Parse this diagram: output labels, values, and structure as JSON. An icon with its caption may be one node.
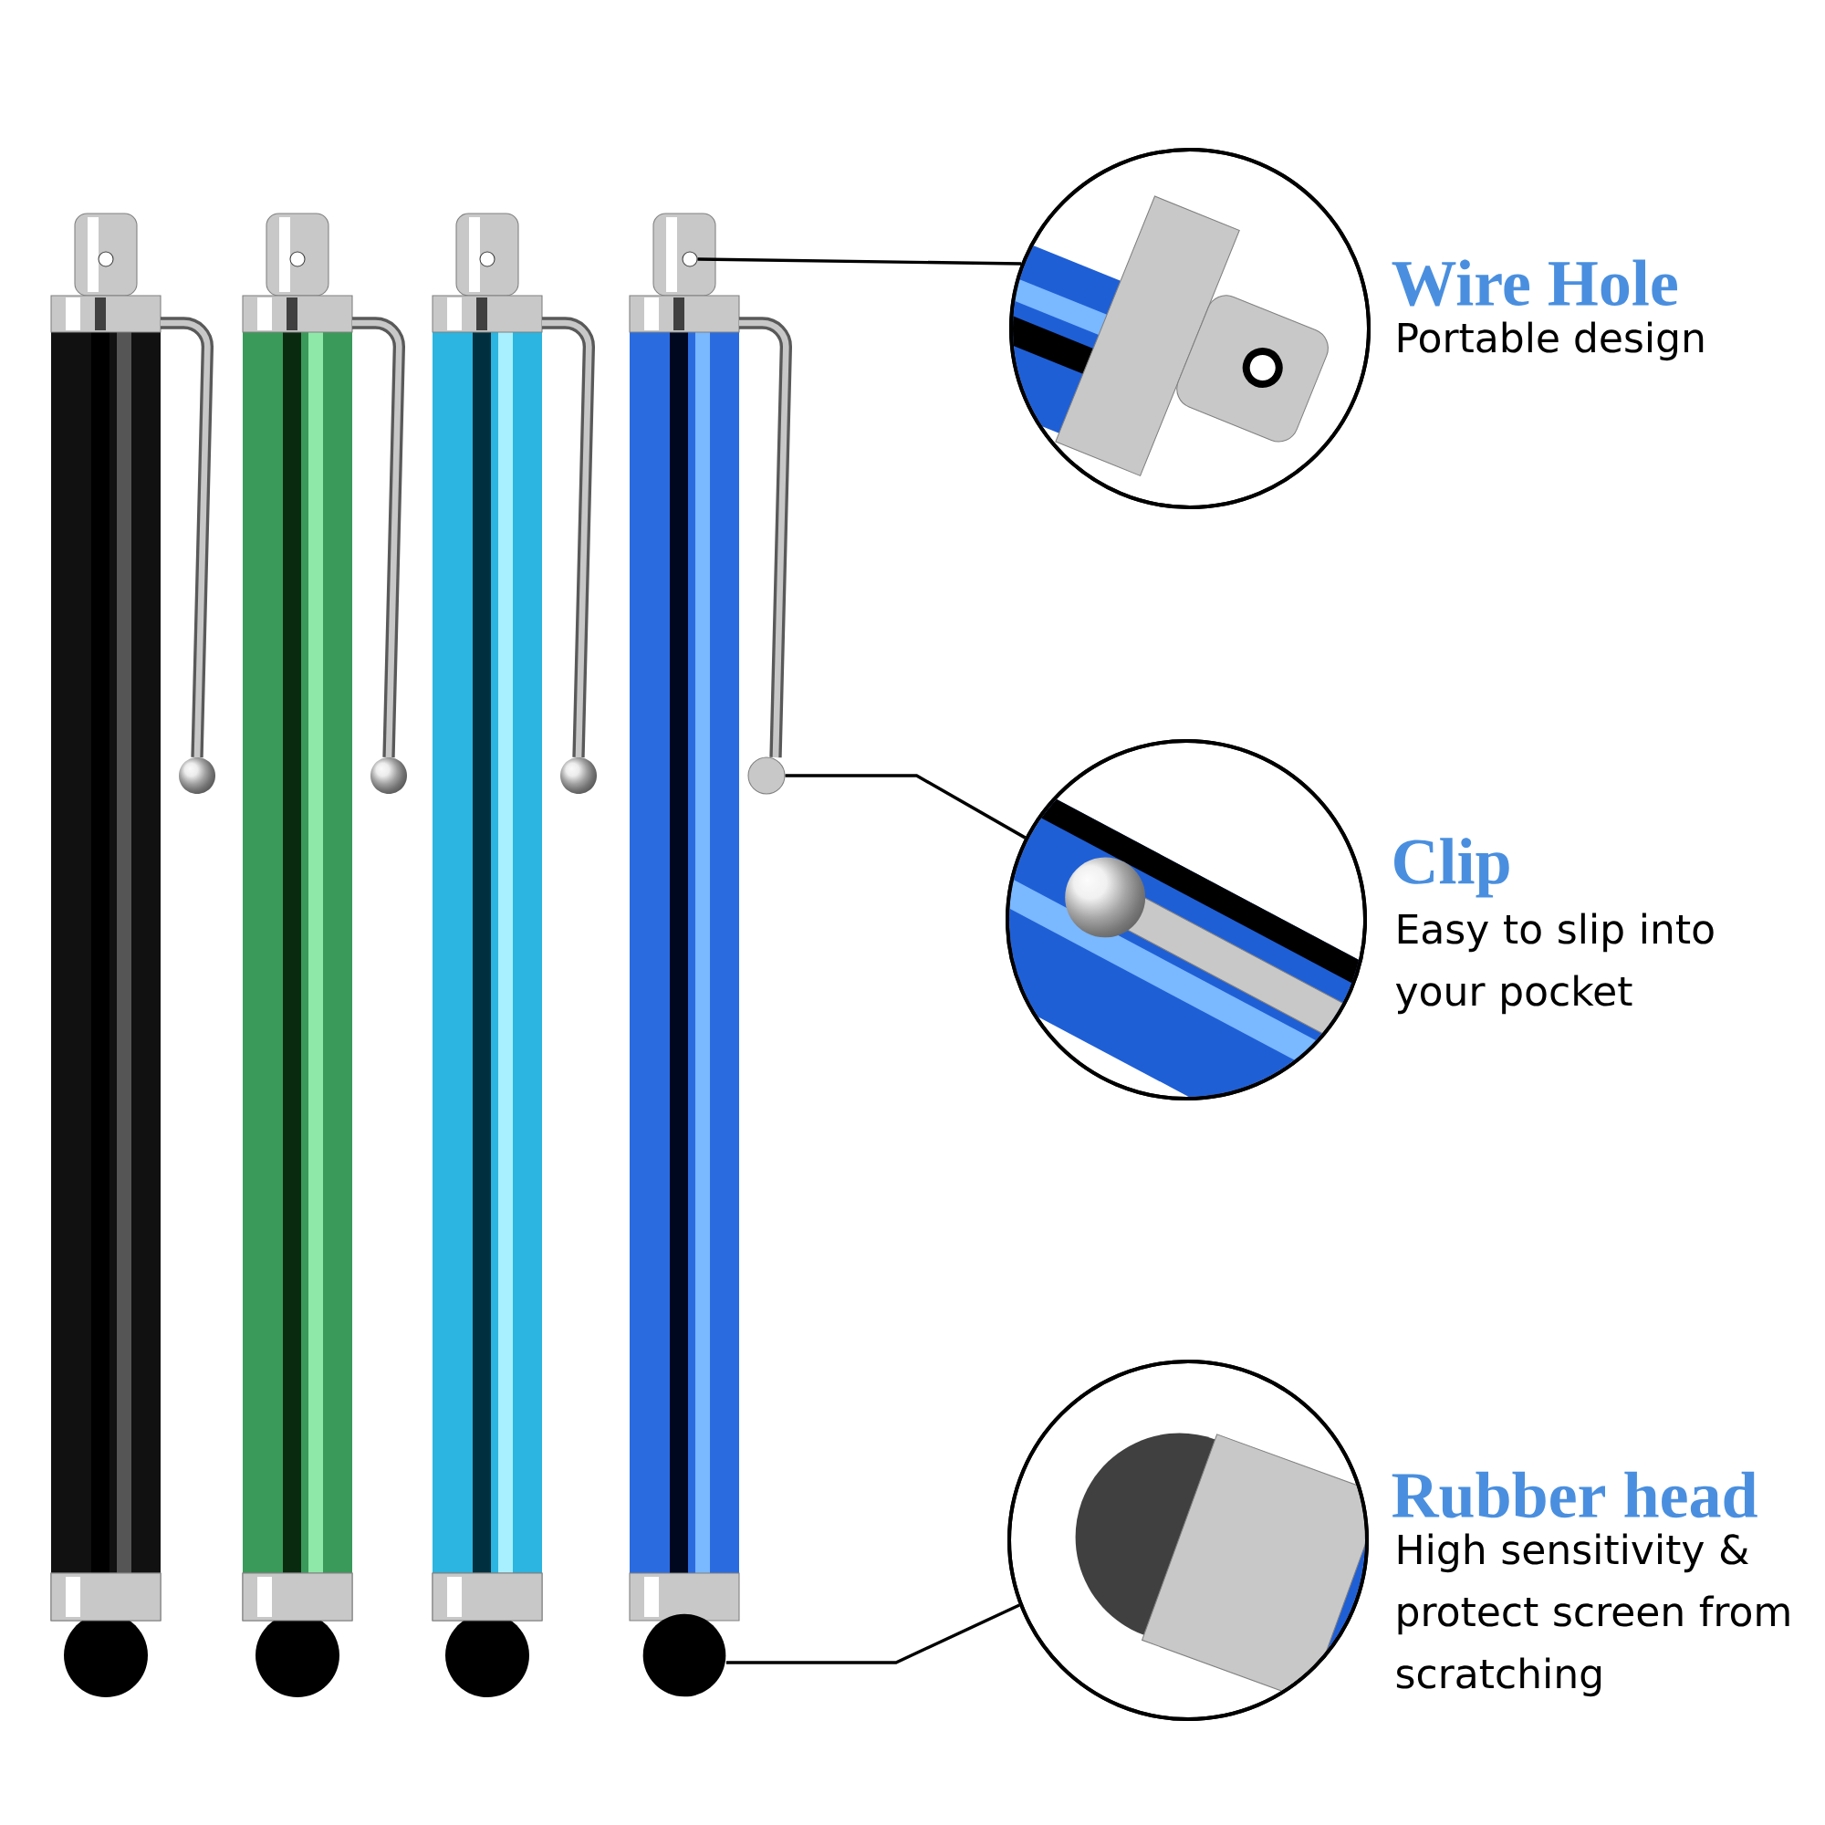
{
  "diagram": {
    "nodes": [
      {
        "text": [],
        "shape": "circle"
      },
      {
        "text": [],
        "shape": "picture",
        "beside": [
          "Wire Hole",
          "Portable design"
        ]
      },
      {
        "text": [],
        "shape": "circle"
      },
      {
        "text": [],
        "shape": "picture",
        "beside": [
          "Clip",
          "Easy to slip into your pocket"
        ]
      },
      {
        "text": [],
        "shape": "circle"
      },
      {
        "text": [],
        "shape": "picture",
        "beside": [
          "Rubber head",
          "High sensitivity & protect screen from scratching"
        ]
      }
    ],
    "edges": [
      {
        "from": 0,
        "to": 1,
        "arrow": "none"
      },
      {
        "from": 2,
        "to": 3,
        "arrow": "none"
      },
      {
        "from": 4,
        "to": 5,
        "arrow": "none"
      }
    ]
  }
}
